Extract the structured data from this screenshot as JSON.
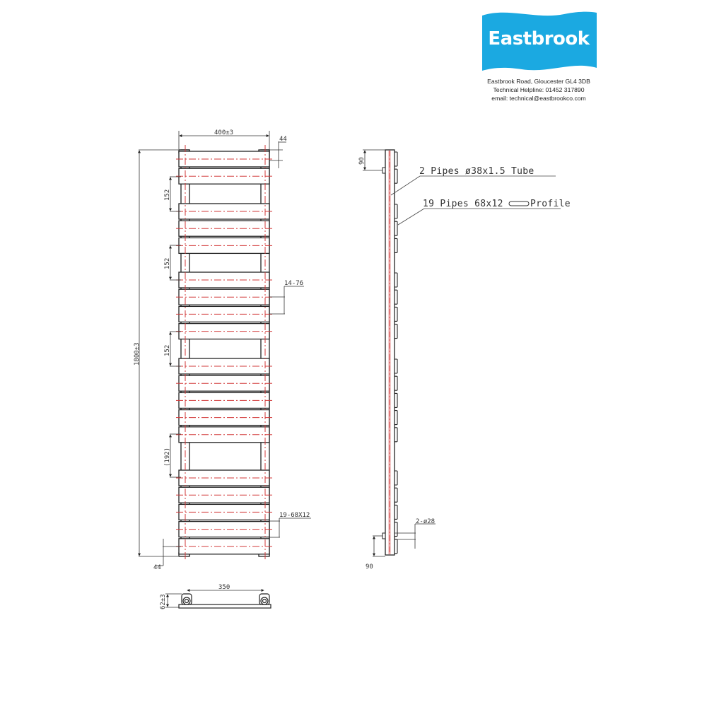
{
  "brand": {
    "name": "Eastbrook",
    "address": "Eastbrook Road, Gloucester GL4 3DB",
    "helpline": "Technical Helpline: 01452 317890",
    "email": "email: technical@eastbrookco.com",
    "color": "#1BA9E1"
  },
  "front_view": {
    "width_dim": "400±3",
    "height_dim": "1800±3",
    "top_offset_dim": "44",
    "bottom_offset_dim": "44",
    "gap_dims": [
      "152",
      "152",
      "152",
      "(192)"
    ],
    "bar_pitch_dim": "14-76",
    "bar_spec_dim": "19-68X12",
    "bar_groups": [
      2,
      3,
      4,
      5,
      5
    ]
  },
  "side_view": {
    "top_bracket_dim": "90",
    "bottom_bracket_dim": "90",
    "connection_dim": "2-ø28",
    "label_tube": "2 Pipes ø38x1.5 Tube",
    "label_profile_prefix": "19 Pipes 68x12",
    "label_profile_suffix": "Profile"
  },
  "plan_view": {
    "centers_dim": "350",
    "depth_dim": "62±3"
  },
  "colors": {
    "line": "#222222",
    "centerline": "#d23a3a",
    "tube_fill": "#e9a3a3"
  }
}
